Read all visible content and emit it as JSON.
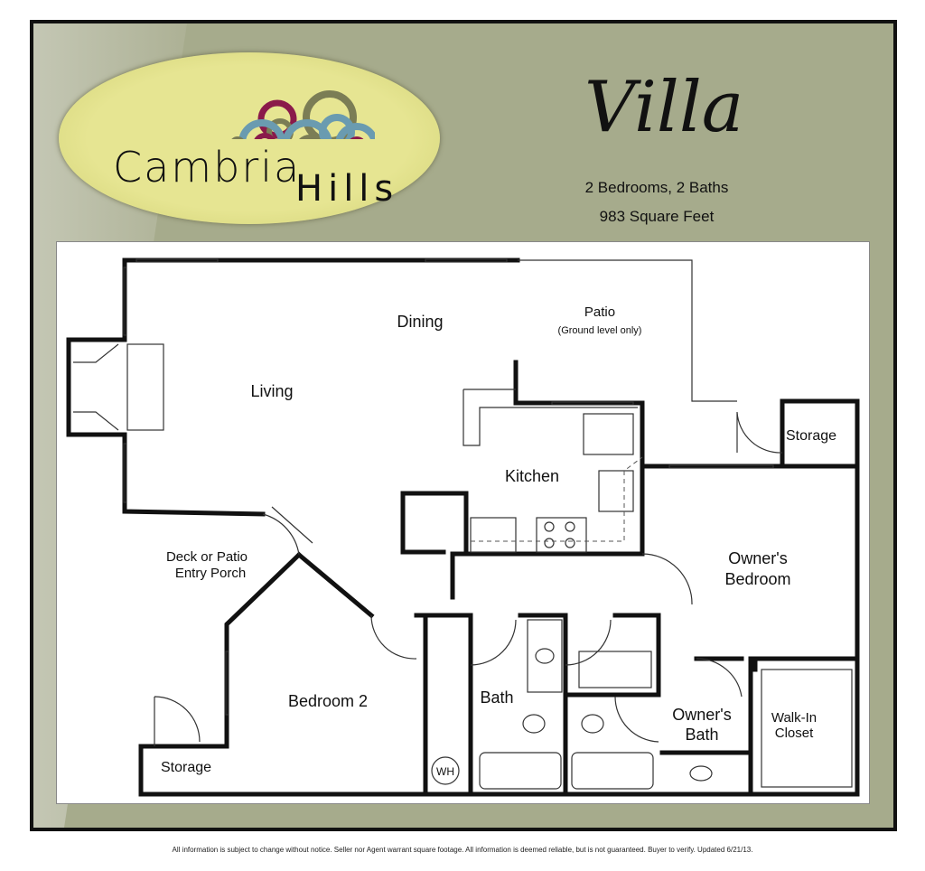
{
  "logo": {
    "line1": "Cambria",
    "line2": "Hills"
  },
  "title": "Villa",
  "specs": {
    "bedrooms_baths": "2 Bedrooms, 2 Baths",
    "area": "983 Square Feet"
  },
  "rooms": {
    "dining": "Dining",
    "patio": "Patio",
    "patio_note": "(Ground level only)",
    "living": "Living",
    "storage_top": "Storage",
    "kitchen": "Kitchen",
    "owners_bedroom_1": "Owner's",
    "owners_bedroom_2": "Bedroom",
    "deck_1": "Deck or Patio",
    "deck_2": "Entry Porch",
    "bedroom2": "Bedroom 2",
    "bath": "Bath",
    "owners_bath_1": "Owner's",
    "owners_bath_2": "Bath",
    "closet_1": "Walk-In",
    "closet_2": "Closet",
    "storage_bottom": "Storage",
    "water_heater": "WH"
  },
  "footer": "All information is subject to change without notice. Seller nor Agent warrant square footage.  All information is deemed reliable, but is not guaranteed.  Buyer to verify. Updated 6/21/13."
}
